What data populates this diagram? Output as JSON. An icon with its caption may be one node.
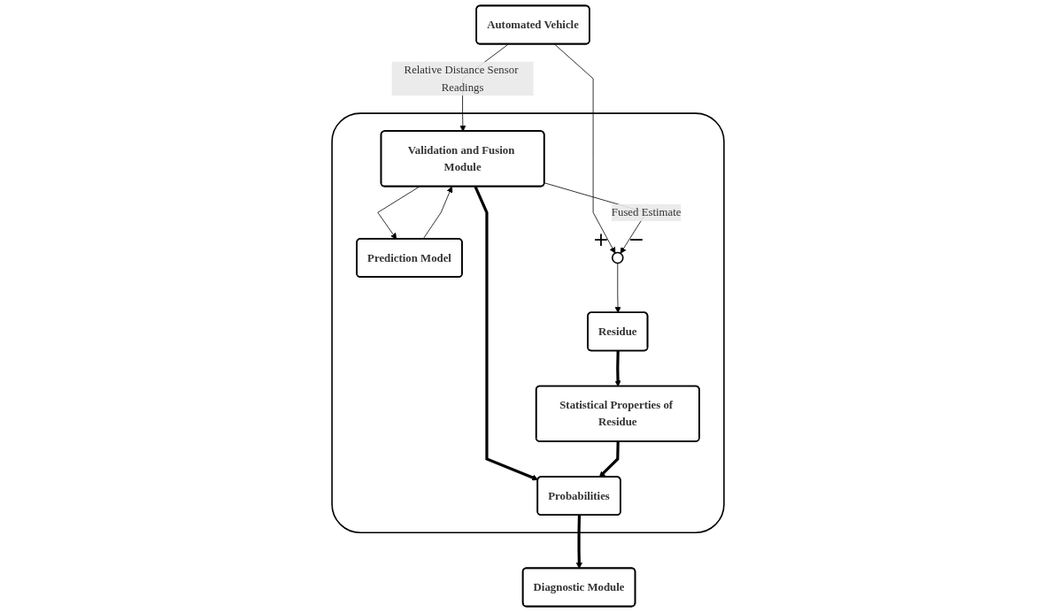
{
  "diagram": {
    "nodes": [
      {
        "text": [],
        "shape": "box"
      },
      {
        "text": [
          "Automated Vehicle"
        ]
      },
      {
        "text": [
          "Validation and Fusion Module"
        ],
        "in": 0
      },
      {
        "text": [
          "Prediction Model"
        ],
        "in": 0
      },
      {
        "text": [],
        "shape": "circle",
        "in": 0,
        "beside": [
          "+",
          "−"
        ]
      },
      {
        "text": [
          "Residue"
        ],
        "in": 0
      },
      {
        "text": [
          "Statistical Properties of Residue"
        ],
        "in": 0
      },
      {
        "text": [
          "Probabilities"
        ],
        "in": 0
      },
      {
        "text": [
          "Diagnostic Module"
        ]
      }
    ],
    "edges": [
      {
        "from": 1,
        "to": 2,
        "arrow": "to",
        "label": "Relative Distance Sensor Readings"
      },
      {
        "from": 1,
        "to": 4,
        "arrow": "to"
      },
      {
        "from": 3,
        "to": 2,
        "arrow": "to"
      },
      {
        "from": 2,
        "to": 4,
        "arrow": "to",
        "label": "Fused Estimate"
      },
      {
        "from": 2,
        "to": 3,
        "arrow": "to"
      },
      {
        "from": 2,
        "to": 7,
        "arrow": "to",
        "style": "thick"
      },
      {
        "from": 4,
        "to": 5,
        "arrow": "to"
      },
      {
        "from": 5,
        "to": 6,
        "arrow": "to",
        "style": "thick"
      },
      {
        "from": 6,
        "to": 7,
        "arrow": "to",
        "style": "thick"
      },
      {
        "from": 7,
        "to": 8,
        "arrow": "to",
        "style": "thick"
      }
    ]
  }
}
